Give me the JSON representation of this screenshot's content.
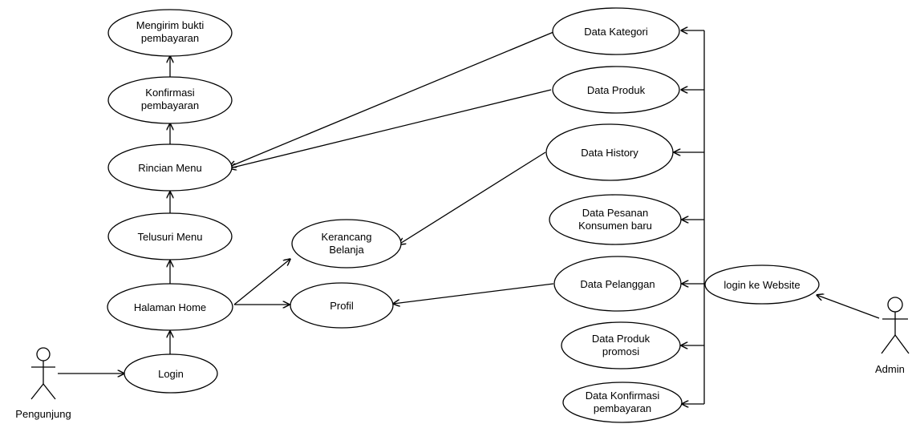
{
  "actors": {
    "pengunjung": "Pengunjung",
    "admin": "Admin"
  },
  "use_cases": {
    "mengirim_bukti": [
      "Mengirim bukti",
      "pembayaran"
    ],
    "konfirmasi": [
      "Konfirmasi",
      "pembayaran"
    ],
    "rincian_menu": [
      "Rincian Menu"
    ],
    "telusuri_menu": [
      "Telusuri Menu"
    ],
    "halaman_home": [
      "Halaman Home"
    ],
    "login": [
      "Login"
    ],
    "kerancang": [
      "Kerancang",
      "Belanja"
    ],
    "profil": [
      "Profil"
    ],
    "data_kategori": [
      "Data Kategori"
    ],
    "data_produk": [
      "Data Produk"
    ],
    "data_history": [
      "Data History"
    ],
    "data_pesanan": [
      "Data Pesanan",
      "Konsumen baru"
    ],
    "data_pelanggan": [
      "Data Pelanggan"
    ],
    "data_produk_promosi": [
      "Data Produk",
      "promosi"
    ],
    "data_konfirmasi": [
      "Data Konfirmasi",
      "pembayaran"
    ],
    "login_website": [
      "login ke Website"
    ]
  }
}
